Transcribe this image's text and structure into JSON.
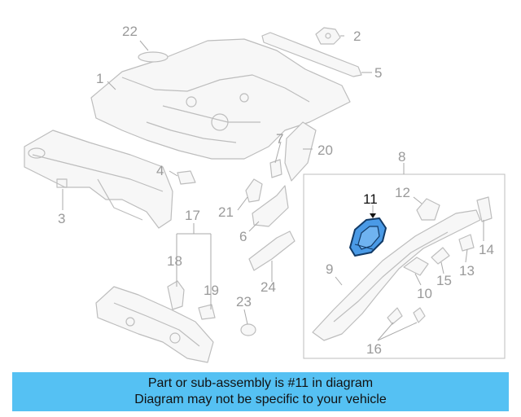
{
  "diagram": {
    "callouts": {
      "p1": "1",
      "p2": "2",
      "p3": "3",
      "p4": "4",
      "p5": "5",
      "p6": "6",
      "p7": "7",
      "p8": "8",
      "p9": "9",
      "p10": "10",
      "p11": "11",
      "p12": "12",
      "p13": "13",
      "p14": "14",
      "p15": "15",
      "p16": "16",
      "p17": "17",
      "p18": "18",
      "p19": "19",
      "p20": "20",
      "p21": "21",
      "p22": "22",
      "p23": "23",
      "p24": "24"
    },
    "highlight_part": "11",
    "colors": {
      "line": "#bdbdbd",
      "highlight": "#3a8fdd",
      "banner": "#55c1f3"
    }
  },
  "banner": {
    "line1": "Part or sub-assembly is #11 in diagram",
    "line2": "Diagram may not be specific to your vehicle"
  }
}
